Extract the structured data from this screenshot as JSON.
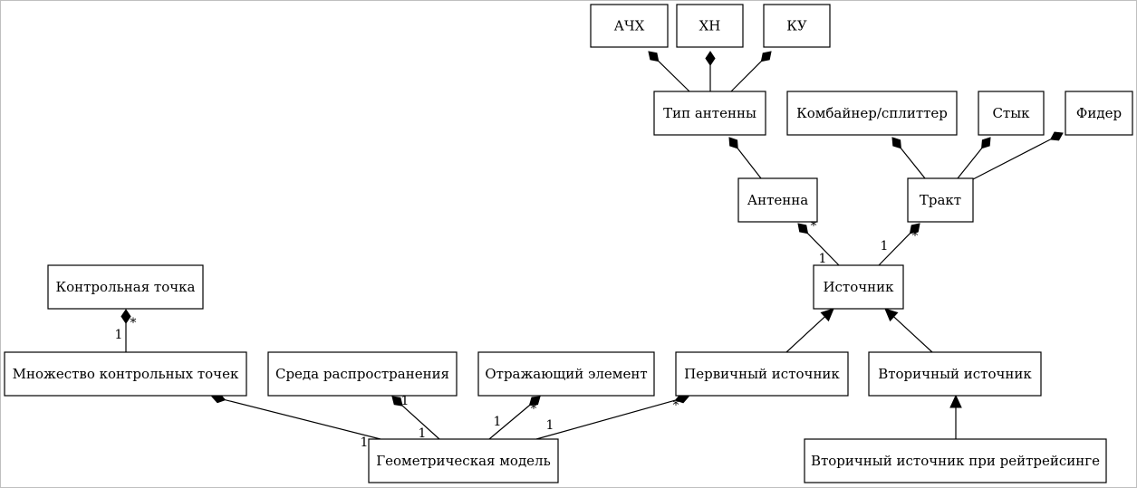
{
  "nodes": {
    "achx": "АЧХ",
    "xn": "ХН",
    "ku": "КУ",
    "antenna_type": "Тип антенны",
    "combiner": "Комбайнер/сплиттер",
    "joint": "Стык",
    "feeder": "Фидер",
    "antenna": "Антенна",
    "tract": "Тракт",
    "source": "Источник",
    "control_point": "Контрольная точка",
    "control_points_set": "Множество контрольных точек",
    "propagation_medium": "Среда распространения",
    "reflecting_element": "Отражающий элемент",
    "primary_source": "Первичный источник",
    "secondary_source": "Вторичный источник",
    "geometric_model": "Геометрическая модель",
    "raytracing_secondary_source": "Вторичный источник при рейтрейсинге"
  },
  "edges": [
    {
      "from": "antenna_type",
      "to": "achx",
      "kind": "composition"
    },
    {
      "from": "antenna_type",
      "to": "xn",
      "kind": "composition"
    },
    {
      "from": "antenna_type",
      "to": "ku",
      "kind": "composition"
    },
    {
      "from": "antenna",
      "to": "antenna_type",
      "kind": "composition"
    },
    {
      "from": "tract",
      "to": "combiner",
      "kind": "composition"
    },
    {
      "from": "tract",
      "to": "joint",
      "kind": "composition"
    },
    {
      "from": "tract",
      "to": "feeder",
      "kind": "composition"
    },
    {
      "from": "source",
      "to": "antenna",
      "kind": "composition",
      "source_mult": "1",
      "target_mult": "*"
    },
    {
      "from": "source",
      "to": "tract",
      "kind": "composition",
      "source_mult": "1",
      "target_mult": "*"
    },
    {
      "from": "control_points_set",
      "to": "control_point",
      "kind": "composition",
      "source_mult": "1",
      "target_mult": "*"
    },
    {
      "from": "geometric_model",
      "to": "control_points_set",
      "kind": "composition",
      "source_mult": "1",
      "target_mult": "*"
    },
    {
      "from": "geometric_model",
      "to": "propagation_medium",
      "kind": "composition",
      "source_mult": "1",
      "target_mult": "1"
    },
    {
      "from": "geometric_model",
      "to": "reflecting_element",
      "kind": "composition",
      "source_mult": "1",
      "target_mult": "*"
    },
    {
      "from": "geometric_model",
      "to": "primary_source",
      "kind": "composition",
      "source_mult": "1",
      "target_mult": "*"
    },
    {
      "from": "primary_source",
      "to": "source",
      "kind": "inheritance"
    },
    {
      "from": "secondary_source",
      "to": "source",
      "kind": "inheritance"
    },
    {
      "from": "raytracing_secondary_source",
      "to": "secondary_source",
      "kind": "inheritance"
    }
  ]
}
